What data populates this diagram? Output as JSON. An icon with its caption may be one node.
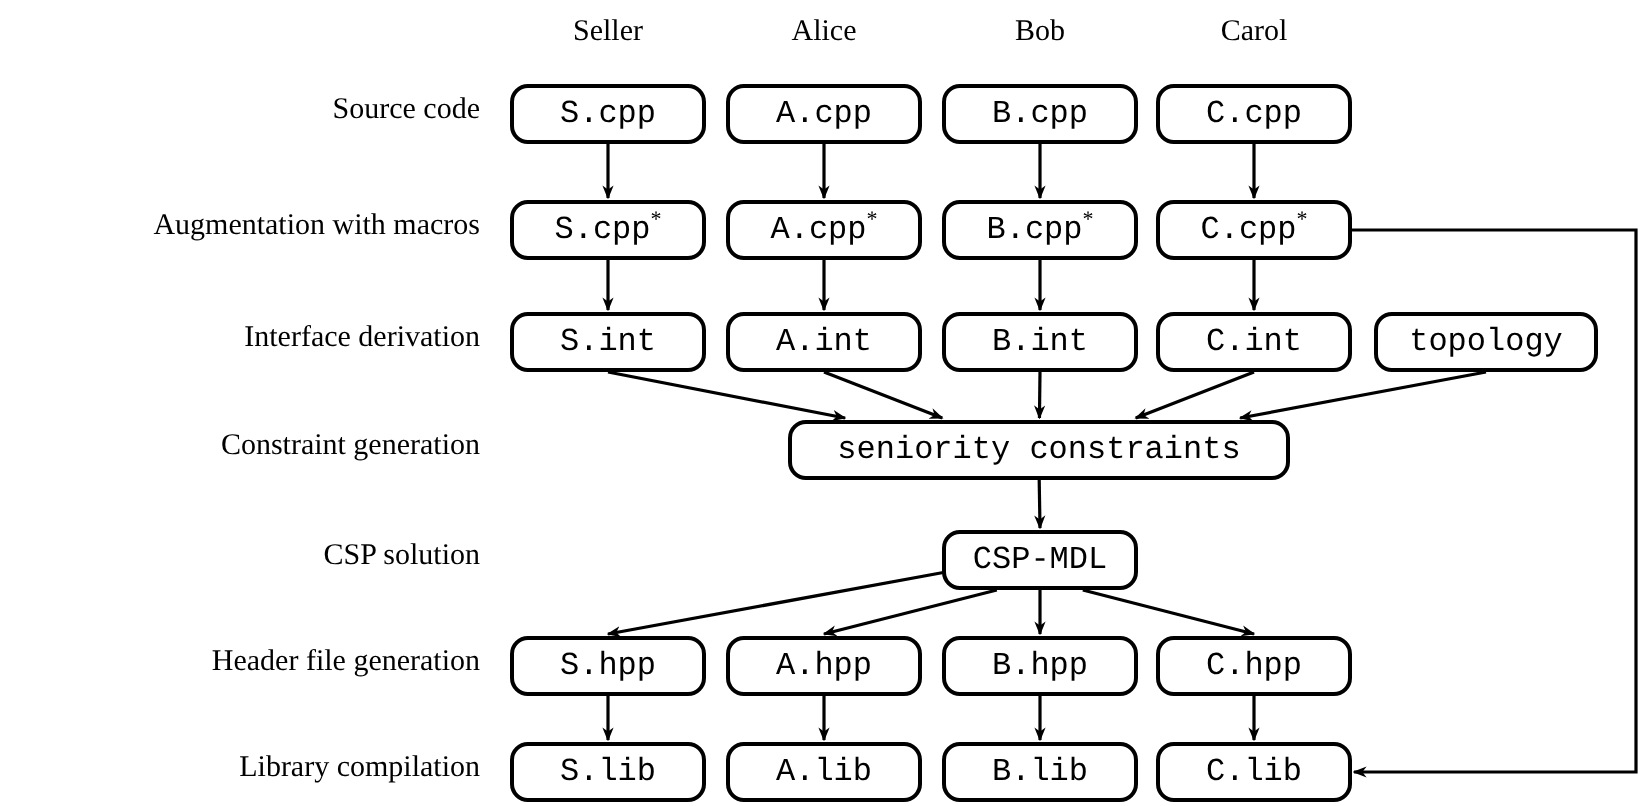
{
  "diagram": {
    "nodes": [
      {
        "text": [
          "S.cpp"
        ]
      },
      {
        "text": [
          "A.cpp"
        ]
      },
      {
        "text": [
          "B.cpp"
        ]
      },
      {
        "text": [
          "C.cpp"
        ]
      },
      {
        "text": [
          "S.cpp$^{*}$"
        ]
      },
      {
        "text": [
          "A.cpp$^{*}$"
        ]
      },
      {
        "text": [
          "B.cpp$^{*}$"
        ]
      },
      {
        "text": [
          "C.cpp$^{*}$"
        ]
      },
      {
        "text": [
          "S.int"
        ]
      },
      {
        "text": [
          "A.int"
        ]
      },
      {
        "text": [
          "B.int"
        ]
      },
      {
        "text": [
          "C.int"
        ]
      },
      {
        "text": [
          "topology"
        ]
      },
      {
        "text": [
          "seniority constraints"
        ]
      },
      {
        "text": [
          "CSP-MDL"
        ]
      },
      {
        "text": [
          "S.hpp"
        ]
      },
      {
        "text": [
          "A.hpp"
        ]
      },
      {
        "text": [
          "B.hpp"
        ]
      },
      {
        "text": [
          "C.hpp"
        ]
      },
      {
        "text": [
          "S.lib"
        ]
      },
      {
        "text": [
          "A.lib"
        ]
      },
      {
        "text": [
          "B.lib"
        ]
      },
      {
        "text": [
          "C.lib"
        ]
      }
    ],
    "edges": [
      {
        "from": 0,
        "to": 4,
        "arrow": "to"
      },
      {
        "from": 1,
        "to": 5,
        "arrow": "to"
      },
      {
        "from": 2,
        "to": 6,
        "arrow": "to"
      },
      {
        "from": 3,
        "to": 7,
        "arrow": "to"
      },
      {
        "from": 4,
        "to": 8,
        "arrow": "to"
      },
      {
        "from": 5,
        "to": 9,
        "arrow": "to"
      },
      {
        "from": 6,
        "to": 10,
        "arrow": "to"
      },
      {
        "from": 7,
        "to": 11,
        "arrow": "to"
      },
      {
        "from": 8,
        "to": 13,
        "arrow": "to"
      },
      {
        "from": 9,
        "to": 13,
        "arrow": "to"
      },
      {
        "from": 10,
        "to": 13,
        "arrow": "to"
      },
      {
        "from": 11,
        "to": 13,
        "arrow": "to"
      },
      {
        "from": 12,
        "to": 13,
        "arrow": "to"
      },
      {
        "from": 13,
        "to": 14,
        "arrow": "to"
      },
      {
        "from": 14,
        "to": 15,
        "arrow": "to"
      },
      {
        "from": 14,
        "to": 16,
        "arrow": "to"
      },
      {
        "from": 14,
        "to": 17,
        "arrow": "to"
      },
      {
        "from": 14,
        "to": 18,
        "arrow": "to"
      },
      {
        "from": 15,
        "to": 19,
        "arrow": "to"
      },
      {
        "from": 16,
        "to": 20,
        "arrow": "to"
      },
      {
        "from": 17,
        "to": 21,
        "arrow": "to"
      },
      {
        "from": 18,
        "to": 22,
        "arrow": "to"
      },
      {
        "from": 7,
        "to": 22,
        "arrow": "to"
      }
    ],
    "labels": [
      "Seller",
      "Alice",
      "Bob",
      "Carol",
      "Source code",
      "Augmentation with macros",
      "Interface derivation",
      "Constraint generation",
      "CSP solution",
      "Header file generation",
      "Library compilation"
    ]
  }
}
